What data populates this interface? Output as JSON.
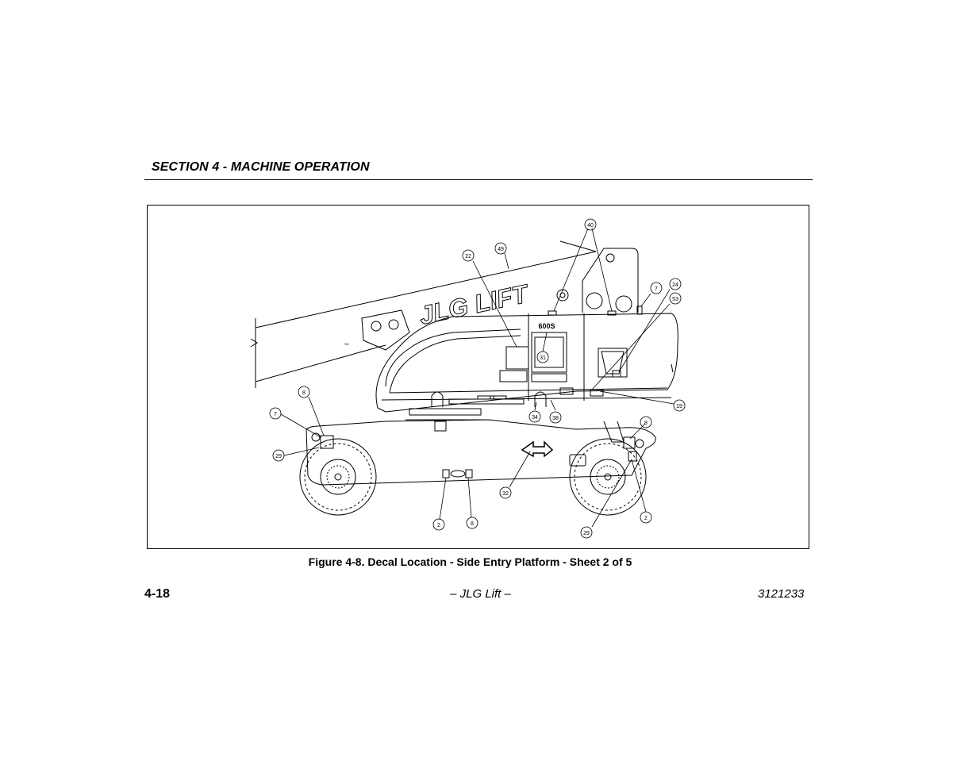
{
  "header": {
    "section_title": "SECTION 4 - MACHINE OPERATION"
  },
  "figure": {
    "caption": "Figure 4-8. Decal Location - Side Entry Platform - Sheet 2 of 5",
    "logo_text": "JLG LIFT",
    "model_badge": "600S",
    "callouts": [
      {
        "id": "c40",
        "label": "40"
      },
      {
        "id": "c49",
        "label": "49"
      },
      {
        "id": "c22",
        "label": "22"
      },
      {
        "id": "c7a",
        "label": "7"
      },
      {
        "id": "c24",
        "label": "24"
      },
      {
        "id": "c53",
        "label": "53"
      },
      {
        "id": "c31",
        "label": "31"
      },
      {
        "id": "c19",
        "label": "19"
      },
      {
        "id": "c34",
        "label": "34"
      },
      {
        "id": "c38",
        "label": "38"
      },
      {
        "id": "c8a",
        "label": "8"
      },
      {
        "id": "c7b",
        "label": "7"
      },
      {
        "id": "c29a",
        "label": "29"
      },
      {
        "id": "c8b",
        "label": "8"
      },
      {
        "id": "c32",
        "label": "32"
      },
      {
        "id": "c2a",
        "label": "2"
      },
      {
        "id": "c8c",
        "label": "8"
      },
      {
        "id": "c29b",
        "label": "29"
      },
      {
        "id": "c2b",
        "label": "2"
      }
    ]
  },
  "footer": {
    "page_number": "4-18",
    "center_text": "– JLG Lift –",
    "doc_number": "3121233"
  }
}
